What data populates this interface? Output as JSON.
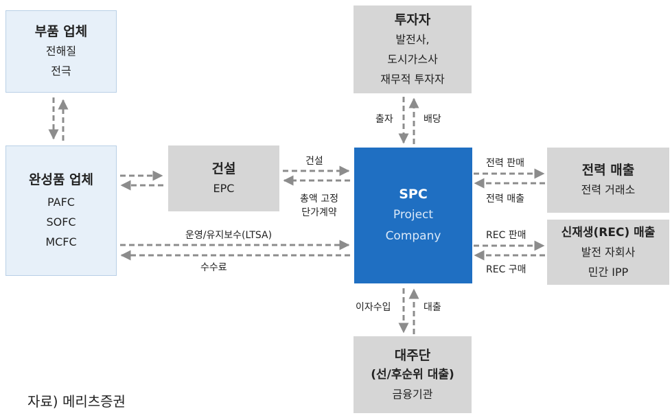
{
  "boxes": {
    "parts": {
      "title": "부품 업체",
      "lines": [
        "전해질",
        "전극"
      ]
    },
    "complete": {
      "title": "완성품 업체",
      "lines": [
        "PAFC",
        "SOFC",
        "MCFC"
      ]
    },
    "construction": {
      "title": "건설",
      "lines": [
        "EPC"
      ]
    },
    "investor": {
      "title": "투자자",
      "lines": [
        "발전사,",
        "도시가스사",
        "재무적 투자자"
      ]
    },
    "spc": {
      "title": "SPC",
      "lines": [
        "Project",
        "Company"
      ]
    },
    "power": {
      "title": "전력 매출",
      "lines": [
        "전력 거래소"
      ]
    },
    "rec": {
      "title": "신재생(REC) 매출",
      "lines": [
        "발전 자회사",
        "민간 IPP"
      ]
    },
    "lender": {
      "title": "대주단",
      "title2": "(선/후순위 대출)",
      "lines": [
        "금융기관"
      ]
    }
  },
  "labels": {
    "construction_top": "건설",
    "construction_bottom_1": "총액 고정",
    "construction_bottom_2": "단가계약",
    "investment": "출자",
    "dividend": "배당",
    "power_sale": "전력 판매",
    "power_revenue": "전력 매출",
    "rec_sale": "REC 판매",
    "rec_purchase": "REC 구매",
    "om": "운영/유지보수(LTSA)",
    "fee": "수수료",
    "interest": "이자수입",
    "loan": "대출"
  },
  "source": "자료) 메리츠증권",
  "colors": {
    "spc_box": "#1f6fc2",
    "gray_box": "#d6d6d6",
    "light_box": "#e7f0f9",
    "arrow": "#8c8c8c"
  }
}
